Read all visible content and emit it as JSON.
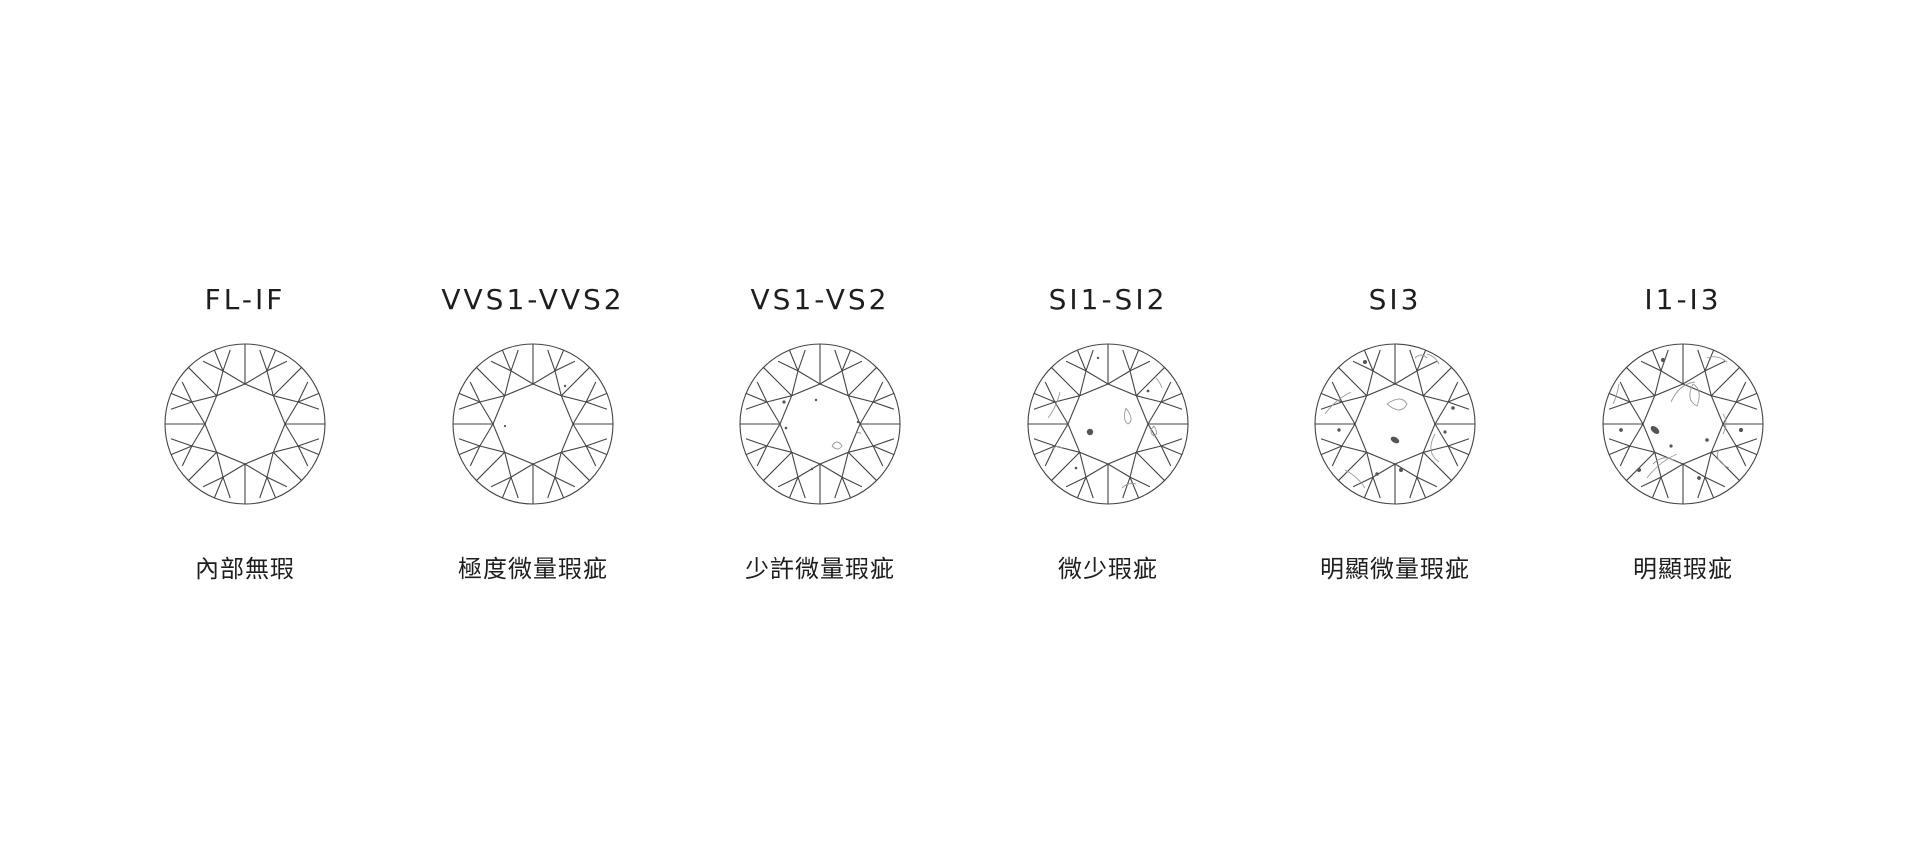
{
  "grades": [
    {
      "label": "FL-IF",
      "description": "內部無瑕",
      "inclusions": "none"
    },
    {
      "label": "VVS1-VVS2",
      "description": "極度微量瑕疵",
      "inclusions": "very very slight"
    },
    {
      "label": "VS1-VS2",
      "description": "少許微量瑕疵",
      "inclusions": "very slight"
    },
    {
      "label": "SI1-SI2",
      "description": "微少瑕疵",
      "inclusions": "slight"
    },
    {
      "label": "SI3",
      "description": "明顯微量瑕疵",
      "inclusions": "noticeable"
    },
    {
      "label": "I1-I3",
      "description": "明顯瑕疵",
      "inclusions": "included"
    }
  ],
  "colors": {
    "line": "#444444",
    "inclusion": "#555555",
    "fine": "#999999",
    "background": "#ffffff"
  }
}
